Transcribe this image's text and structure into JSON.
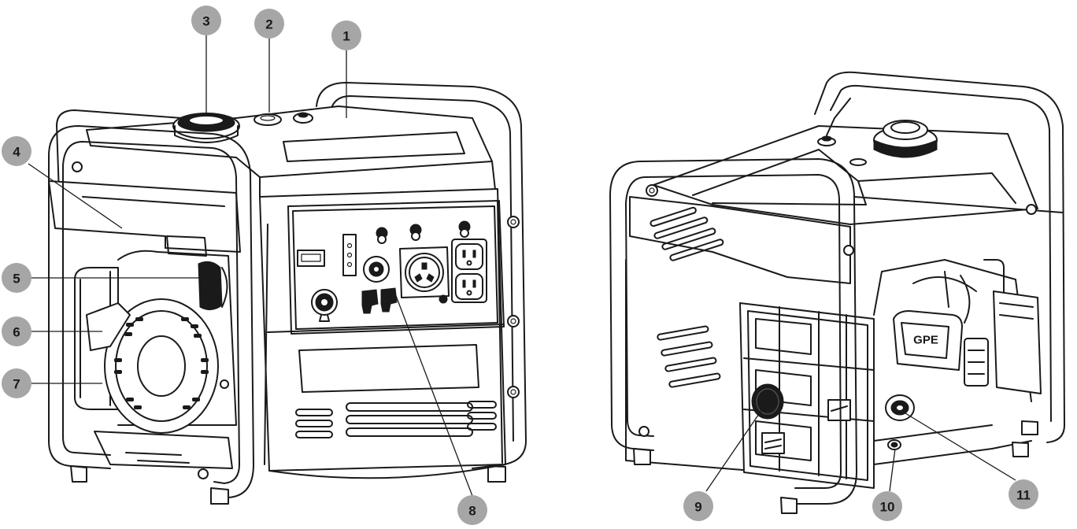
{
  "callouts": [
    {
      "number": "1"
    },
    {
      "number": "2"
    },
    {
      "number": "3"
    },
    {
      "number": "4"
    },
    {
      "number": "5"
    },
    {
      "number": "6"
    },
    {
      "number": "7"
    },
    {
      "number": "8"
    },
    {
      "number": "9"
    },
    {
      "number": "10"
    },
    {
      "number": "11"
    }
  ],
  "brand_badge": "GPE",
  "colors": {
    "line": "#1a1a1a",
    "callout_fill": "#a6a6a6",
    "background": "#ffffff"
  }
}
